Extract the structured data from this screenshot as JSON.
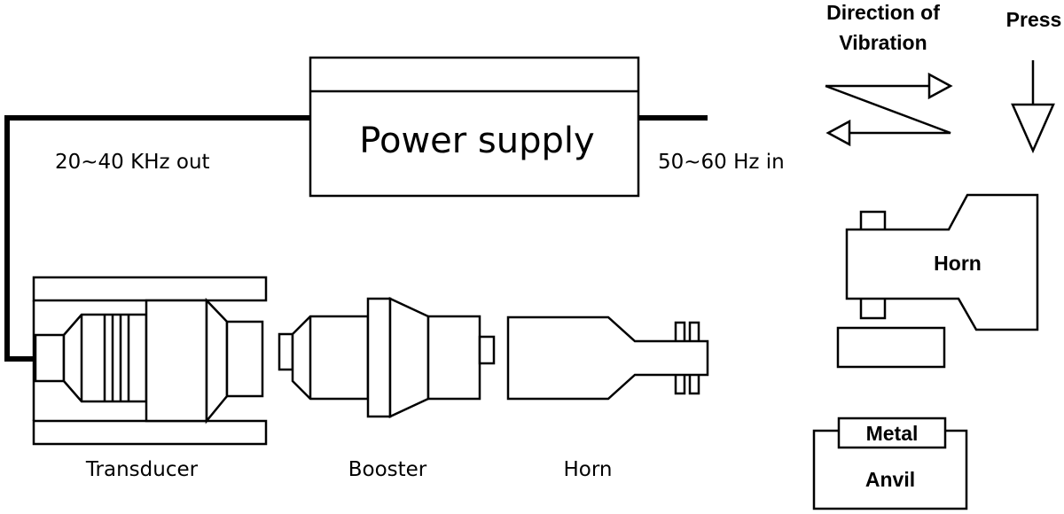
{
  "power_supply": {
    "label": "Power supply"
  },
  "cable": {
    "out_label": "20~40 KHz out",
    "in_label": "50~60 Hz in"
  },
  "components": {
    "transducer_label": "Transducer",
    "booster_label": "Booster",
    "horn_label": "Horn"
  },
  "weld_detail": {
    "vibration_label_line1": "Direction of",
    "vibration_label_line2": "Vibration",
    "press_label": "Press",
    "horn_label": "Horn",
    "metal_label": "Metal",
    "anvil_label": "Anvil"
  }
}
